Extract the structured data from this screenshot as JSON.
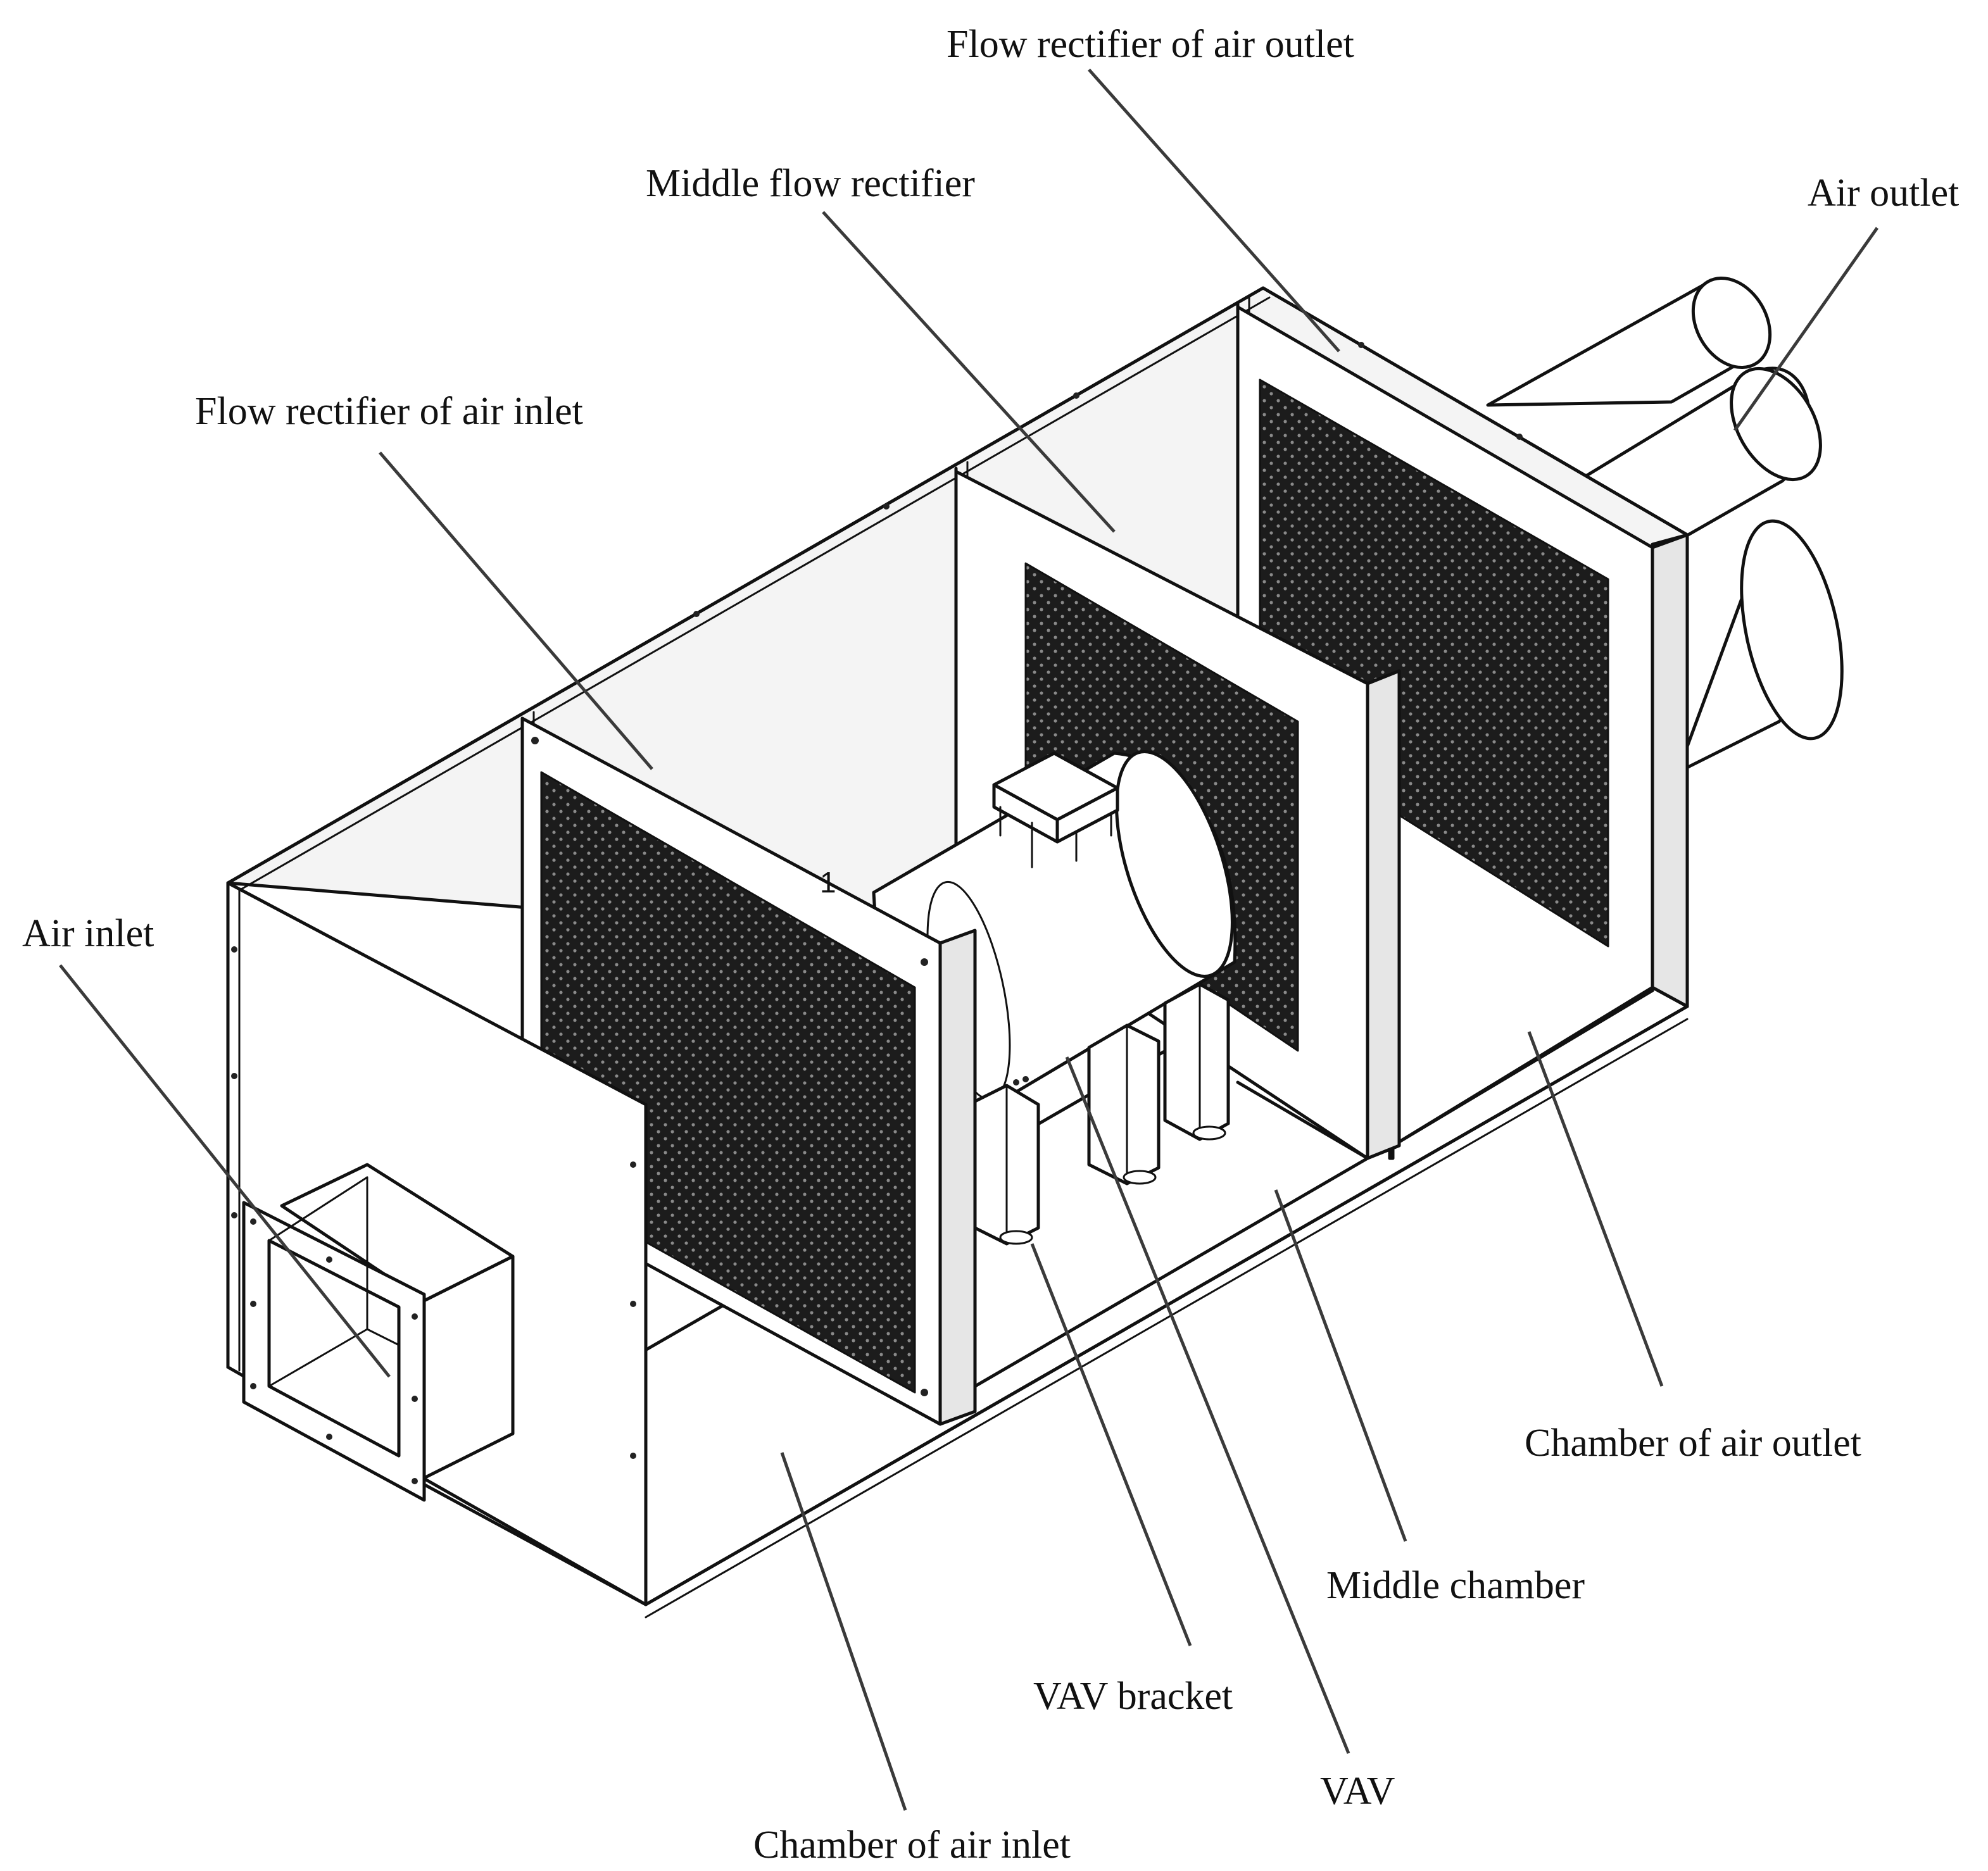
{
  "labels": {
    "flow_rectifier_outlet": "Flow rectifier of air outlet",
    "middle_flow_rectifier": "Middle flow rectifier",
    "air_outlet": "Air outlet",
    "flow_rectifier_inlet": "Flow rectifier of air inlet",
    "air_inlet": "Air inlet",
    "chamber_air_outlet": "Chamber of air outlet",
    "middle_chamber": "Middle chamber",
    "vav_bracket": "VAV bracket",
    "vav": "VAV",
    "chamber_air_inlet": "Chamber of air inlet"
  },
  "part_number": "1",
  "colors": {
    "line": "#111111",
    "leader": "#3a3a3a",
    "mesh_dark": "#1c1c1c",
    "mesh_dot": "#8a8a8a",
    "background": "#ffffff"
  }
}
